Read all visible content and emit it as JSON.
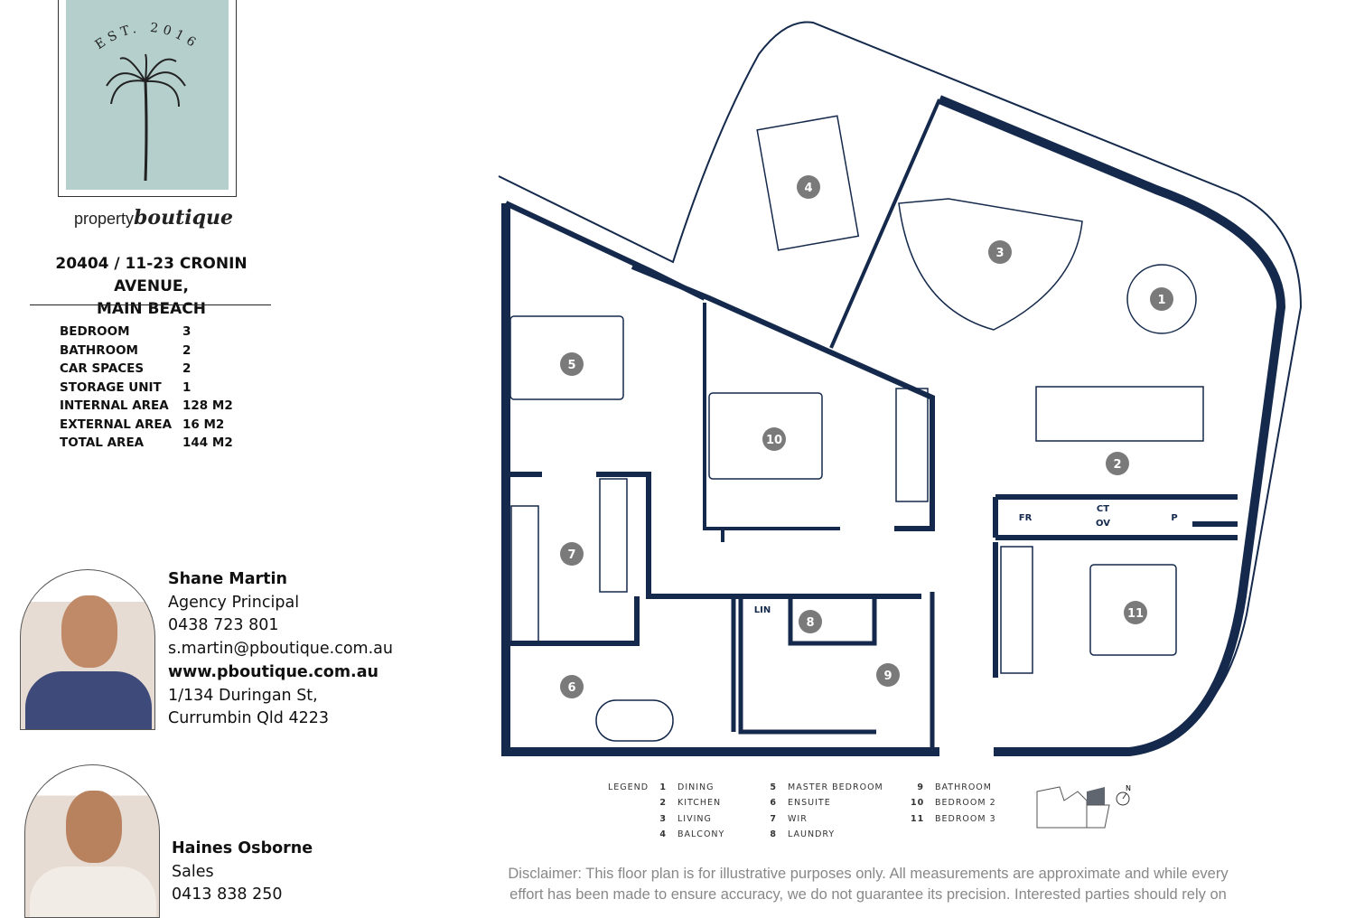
{
  "logo": {
    "est": "EST. 2016",
    "brand_light": "property",
    "brand_bold": "boutique"
  },
  "address": {
    "line1": "20404 / 11-23 CRONIN AVENUE,",
    "line2": "MAIN BEACH"
  },
  "specs": [
    {
      "label": "BEDROOM",
      "value": "3"
    },
    {
      "label": "BATHROOM",
      "value": "2"
    },
    {
      "label": "CAR SPACES",
      "value": "2"
    },
    {
      "label": "STORAGE UNIT",
      "value": "1"
    },
    {
      "label": "INTERNAL AREA",
      "value": "128 M2"
    },
    {
      "label": "EXTERNAL AREA",
      "value": "16 M2"
    },
    {
      "label": "TOTAL AREA",
      "value": "144 M2"
    }
  ],
  "agents": [
    {
      "name": "Shane Martin",
      "role": "Agency Principal",
      "phone": "0438 723 801",
      "email": "s.martin@pboutique.com.au",
      "web": "www.pboutique.com.au",
      "addr1": "1/134 Duringan St,",
      "addr2": "Currumbin Qld 4223"
    },
    {
      "name": "Haines Osborne",
      "role": "Sales",
      "phone": "0413 838 250"
    }
  ],
  "plan": {
    "rooms": [
      "1",
      "2",
      "3",
      "4",
      "5",
      "6",
      "7",
      "8",
      "9",
      "10",
      "11"
    ],
    "labels": {
      "fr": "FR",
      "ct": "CT",
      "ov": "OV",
      "p": "P",
      "lin": "LIN"
    },
    "color": "#14294b"
  },
  "legend": {
    "title": "LEGEND",
    "items": [
      {
        "n": "1",
        "t": "DINING"
      },
      {
        "n": "2",
        "t": "KITCHEN"
      },
      {
        "n": "3",
        "t": "LIVING"
      },
      {
        "n": "4",
        "t": "BALCONY"
      },
      {
        "n": "5",
        "t": "MASTER BEDROOM"
      },
      {
        "n": "6",
        "t": "ENSUITE"
      },
      {
        "n": "7",
        "t": "WIR"
      },
      {
        "n": "8",
        "t": "LAUNDRY"
      },
      {
        "n": "9",
        "t": "BATHROOM"
      },
      {
        "n": "10",
        "t": "BEDROOM 2"
      },
      {
        "n": "11",
        "t": "BEDROOM 3"
      }
    ],
    "north": "N"
  },
  "disclaimer": {
    "line1": "Disclaimer: This floor plan is for illustrative purposes only. All measurements are approximate and while every",
    "line2": "effort has been made to ensure accuracy, we do not guarantee its precision. Interested parties should rely on"
  }
}
